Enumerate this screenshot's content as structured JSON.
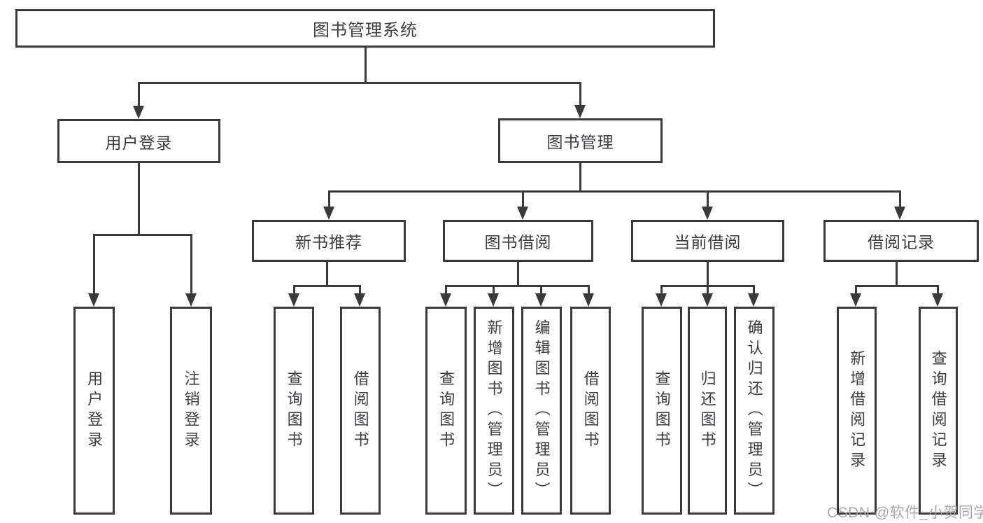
{
  "tree": {
    "root": {
      "label": "图书管理系统"
    },
    "user_login": {
      "label": "用户登录",
      "children": [
        {
          "label": "用户登录"
        },
        {
          "label": "注销登录"
        }
      ]
    },
    "book_management": {
      "label": "图书管理",
      "sections": [
        {
          "label": "新书推荐",
          "children": [
            {
              "label": "查询图书"
            },
            {
              "label": "借阅图书"
            }
          ]
        },
        {
          "label": "图书借阅",
          "children": [
            {
              "label": "查询图书"
            },
            {
              "label": "新增图书（管理员）"
            },
            {
              "label": "编辑图书（管理员）"
            },
            {
              "label": "借阅图书"
            }
          ]
        },
        {
          "label": "当前借阅",
          "children": [
            {
              "label": "查询图书"
            },
            {
              "label": "归还图书"
            },
            {
              "label": "确认归还（管理员）"
            }
          ]
        },
        {
          "label": "借阅记录",
          "children": [
            {
              "label": "新增借阅记录"
            },
            {
              "label": "查询借阅记录"
            }
          ]
        }
      ]
    }
  },
  "watermark": {
    "text": "CSDN @软件_小贺同学"
  },
  "colors": {
    "line": "#3a3a3a",
    "text": "#3d3d42",
    "background": "#ffffff",
    "watermark": "#9e9ea6"
  }
}
